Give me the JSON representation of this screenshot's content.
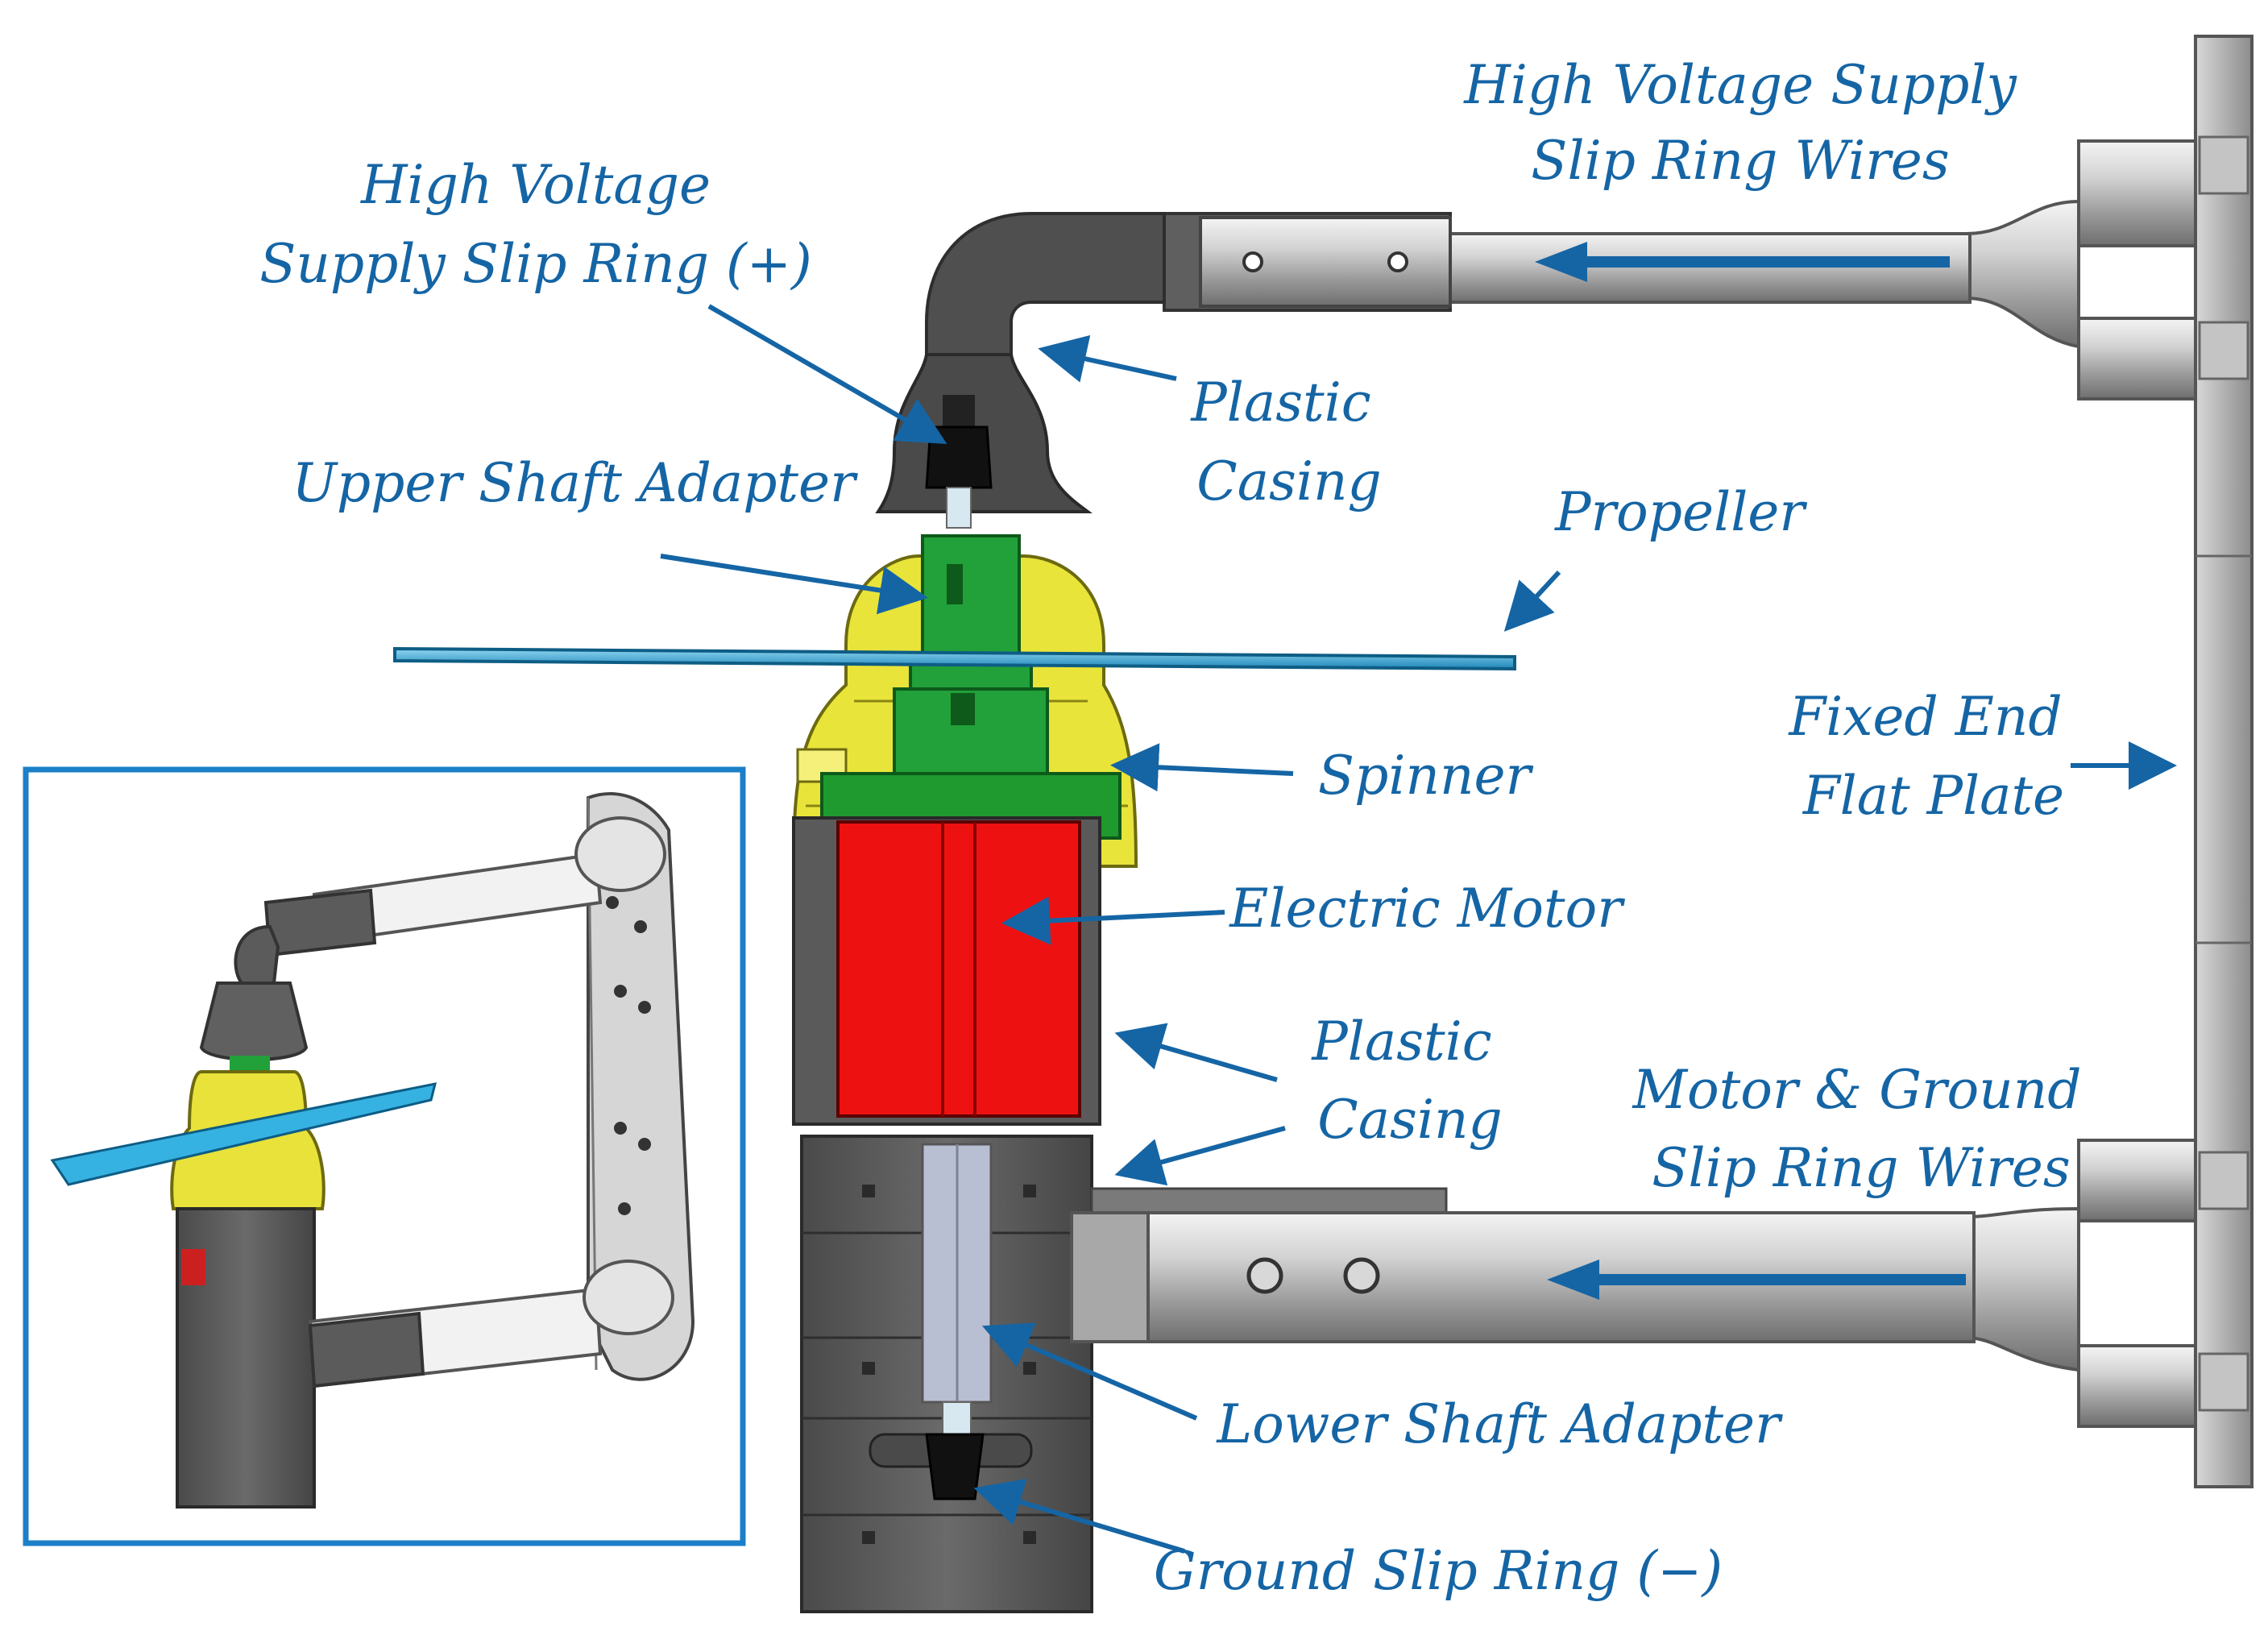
{
  "labels": {
    "hv_slip_ring": [
      "High Voltage",
      "Supply Slip Ring (+)"
    ],
    "hv_wires": [
      "High Voltage Supply",
      "Slip Ring Wires"
    ],
    "plastic_casing_top": [
      "Plastic",
      "Casing"
    ],
    "upper_shaft_adapter": "Upper Shaft Adapter",
    "propeller": "Propeller",
    "spinner": "Spinner",
    "fixed_end_plate": [
      "Fixed End",
      "Flat Plate"
    ],
    "electric_motor": "Electric Motor",
    "plastic_casing_bottom": [
      "Plastic",
      "Casing"
    ],
    "motor_ground_wires": [
      "Motor & Ground",
      "Slip Ring Wires"
    ],
    "lower_shaft_adapter": "Lower Shaft Adapter",
    "ground_slip_ring": "Ground Slip Ring (−)"
  },
  "colors": {
    "label": "#1565a5",
    "arrow": "#1565a5",
    "casing": "#5a5a5a",
    "casing_dark": "#3a3a3a",
    "shaft_metal": "#c9c9c9",
    "spinner": "#e8e23a",
    "adapter": "#1e9a2e",
    "motor": "#ee1111",
    "propeller": "#2aa7d9",
    "plate": "#b0b0b0",
    "inset_border": "#1c7fc8"
  }
}
